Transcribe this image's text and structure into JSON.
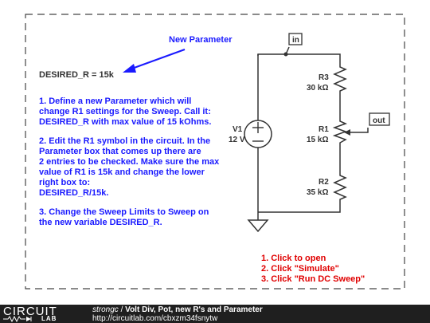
{
  "annotation": {
    "new_param_label": "New Parameter",
    "desired_r": "DESIRED_R = 15k",
    "step1": [
      "1. Define a new Parameter which will",
      "change R1 settings for the Sweep. Call it:",
      "DESIRED_R with max value of 15 kOhms."
    ],
    "step2": [
      "2. Edit the R1 symbol in the circuit. In the",
      "Parameter box that comes up there are",
      "2 entries to be checked. Make sure the max",
      "value of R1 is 15k and change the lower",
      "right box to:",
      "DESIRED_R/15k."
    ],
    "step3": [
      "3. Change the Sweep Limits to Sweep on",
      "the new variable DESIRED_R."
    ]
  },
  "circuit": {
    "in_label": "in",
    "out_label": "out",
    "v1_name": "V1",
    "v1_value": "12 V",
    "r3_name": "R3",
    "r3_value": "30 kΩ",
    "r1_name": "R1",
    "r1_value": "15 kΩ",
    "r2_name": "R2",
    "r2_value": "35 kΩ"
  },
  "instructions": [
    "1. Click to open",
    "2. Click \"Simulate\"",
    "3. Click \"Run DC Sweep\""
  ],
  "footer": {
    "logo_top": "CIRCUIT",
    "logo_bottom": "LAB",
    "user": "strongc",
    "separator": " / ",
    "title": "Volt Div, Pot, new R's and Parameter",
    "url": "http://circuitlab.com/cbxzm34fsnytw"
  },
  "colors": {
    "text_dark": "#333333",
    "text_blue": "#1a1aff",
    "text_red": "#e00000",
    "wire": "#333333"
  }
}
